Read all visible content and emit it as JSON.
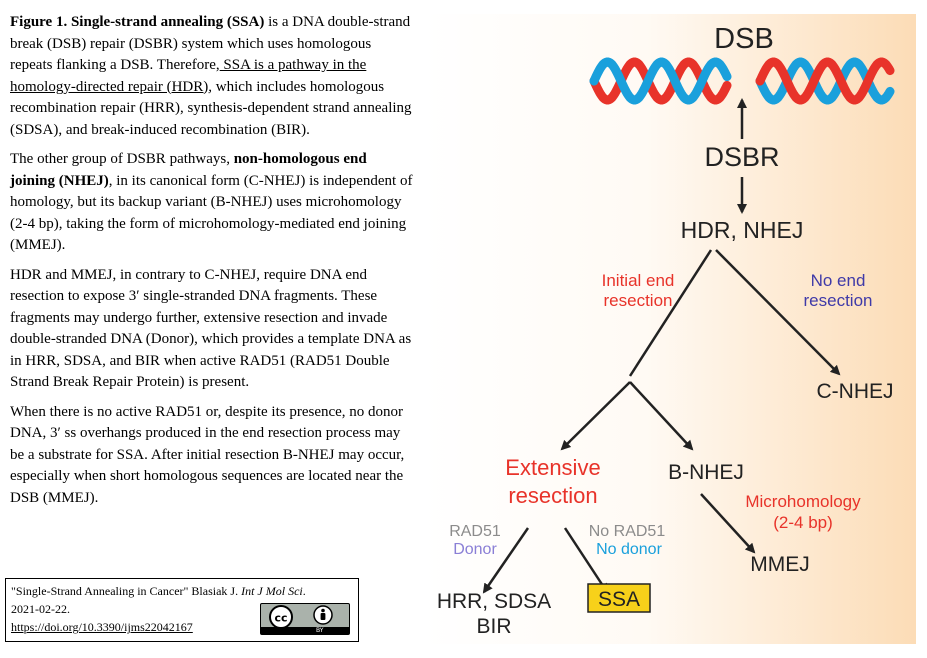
{
  "text": {
    "p1": {
      "bold_lead": "Figure 1. Single-strand annealing (SSA)",
      "part1": " is a DNA double-strand break (DSB) repair (DSBR) system which uses homologous repeats flanking a DSB. Therefore,",
      "underlined": " SSA is a pathway in the homology-directed repair (HDR)",
      "part2": ", which includes homologous recombination repair (HRR), synthesis-dependent strand annealing (SDSA), and break-induced recombination (BIR)."
    },
    "p2": {
      "lead": "The other group of DSBR pathways, ",
      "bold": "non-homologous end joining (NHEJ)",
      "rest": ", in its canonical form (C-NHEJ) is independent of homology, but its backup variant (B-NHEJ) uses microhomology (2-4 bp), taking the form of microhomology-mediated end joining (MMEJ)."
    },
    "p3": "HDR and MMEJ, in contrary to C-NHEJ, require DNA end resection to expose 3′ single-stranded DNA fragments. These fragments may undergo further, extensive resection and invade double-stranded DNA (Donor), which provides a template DNA as in HRR, SDSA, and BIR when active RAD51 (RAD51 Double Strand Break Repair Protein) is present.",
    "p4": "When there is no active RAD51 or, despite its presence, no donor DNA, 3′ ss overhangs produced in the end resection process may be a substrate for SSA. After initial resection B-NHEJ may occur, especially when short homologous sequences are located near the DSB (MMEJ)."
  },
  "citation": {
    "prefix": "\"Single-Strand Annealing in Cancer\" Blasiak J. ",
    "journal": "Int J Mol Sci",
    "suffix": ".",
    "date": "2021-02-22.",
    "link": "https://doi.org/10.3390/ijms22042167",
    "license_icons": [
      "cc-icon",
      "by-icon"
    ],
    "license_by": "BY"
  },
  "diagram": {
    "colors": {
      "dark": "#222222",
      "red": "#e8332a",
      "blue": "#3f3aa8",
      "gray": "#8c8c8c",
      "purple": "#8a7fd6",
      "cyan": "#1aa0dc",
      "ssa_box": "#f7d11a",
      "dna_red": "#e8332a",
      "dna_blue": "#1aa0dc"
    },
    "dsb": "DSB",
    "dsbr": "DSBR",
    "hdr_nhej": "HDR, NHEJ",
    "initial_end": "Initial end",
    "resection": "resection",
    "no_end": "No end",
    "no_end_resection": "resection",
    "c_nhej": "C-NHEJ",
    "extensive": "Extensive",
    "extensive_resection": "resection",
    "b_nhej": "B-NHEJ",
    "rad51": "RAD51",
    "donor": "Donor",
    "no_rad51": "No RAD51",
    "no_donor": "No donor",
    "microhomology": "Microhomology",
    "microhomology_bp": "(2-4 bp)",
    "mmej": "MMEJ",
    "hrr_sdsa": "HRR, SDSA",
    "bir": "BIR",
    "ssa": "SSA"
  }
}
